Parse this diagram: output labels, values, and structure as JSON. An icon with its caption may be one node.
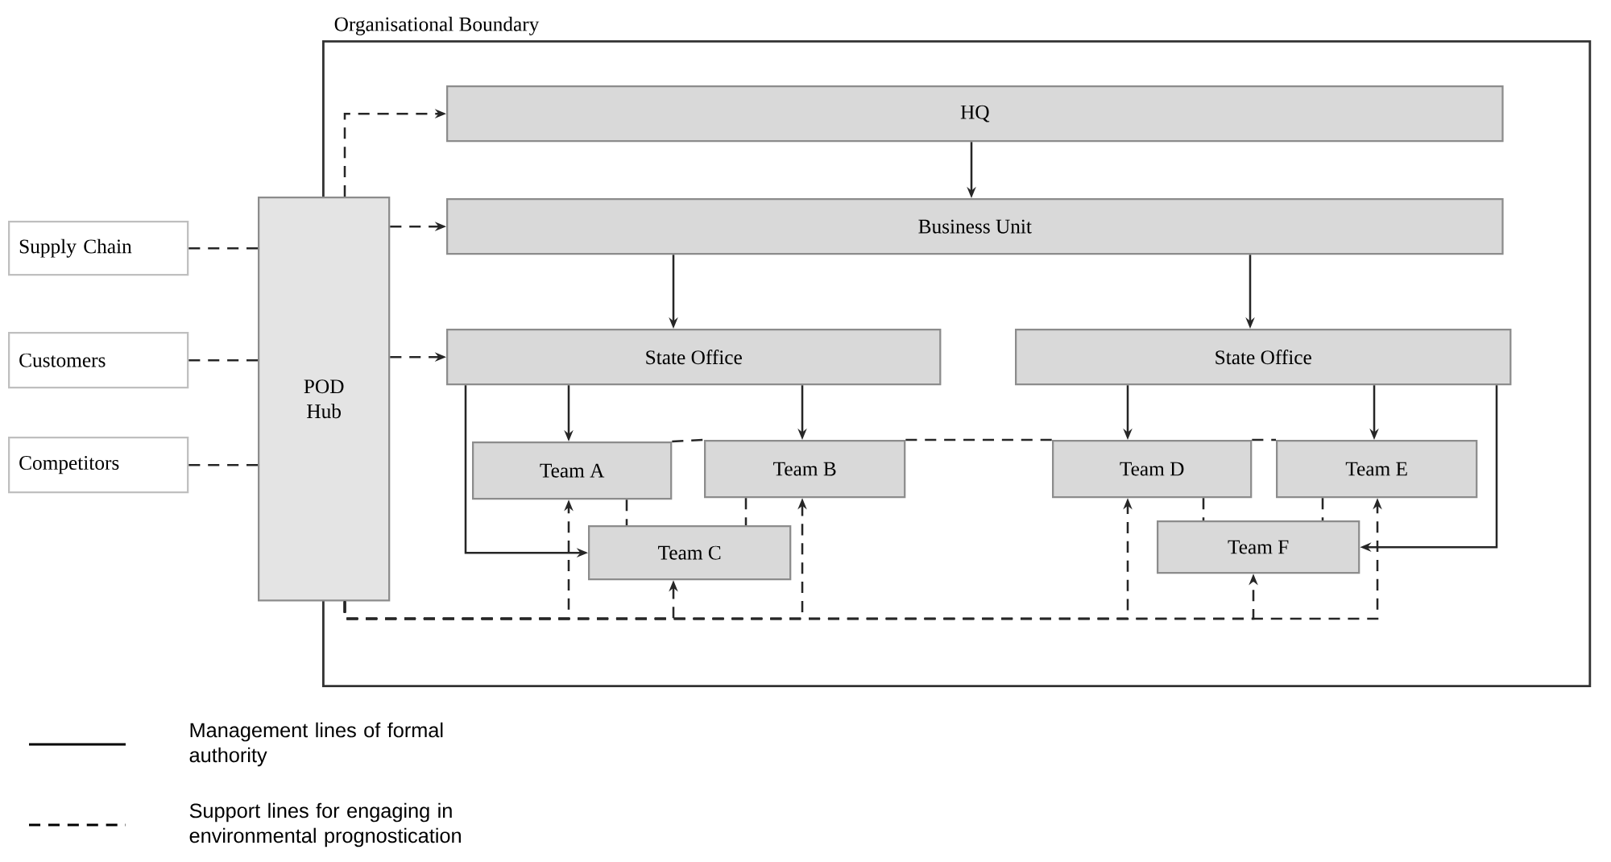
{
  "diagram": {
    "nodes": [
      {
        "text": [
          "Organisational Boundary"
        ]
      },
      {
        "text": [
          "Supply Chain"
        ]
      },
      {
        "text": [
          "Customers"
        ]
      },
      {
        "text": [
          "Competitors"
        ]
      },
      {
        "text": [
          "POD Hub"
        ]
      },
      {
        "text": [
          "HQ"
        ],
        "in": 0
      },
      {
        "text": [
          "Business Unit"
        ],
        "in": 0
      },
      {
        "text": [
          "State Office"
        ],
        "in": 0
      },
      {
        "text": [
          "State Office"
        ],
        "in": 0
      },
      {
        "text": [
          "Team A"
        ],
        "in": 0
      },
      {
        "text": [
          "Team B"
        ],
        "in": 0
      },
      {
        "text": [
          "Team C"
        ],
        "in": 0
      },
      {
        "text": [
          "Team D"
        ],
        "in": 0
      },
      {
        "text": [
          "Team E"
        ],
        "in": 0
      },
      {
        "text": [
          "Team F"
        ],
        "in": 0
      }
    ],
    "edges": [
      {
        "from": 1,
        "to": 4,
        "arrow": "none",
        "style": "dashed"
      },
      {
        "from": 2,
        "to": 4,
        "arrow": "none",
        "style": "dashed"
      },
      {
        "from": 3,
        "to": 4,
        "arrow": "none",
        "style": "dashed"
      },
      {
        "from": 4,
        "to": 5,
        "arrow": "to",
        "style": "dashed"
      },
      {
        "from": 4,
        "to": 6,
        "arrow": "to",
        "style": "dashed"
      },
      {
        "from": 4,
        "to": 7,
        "arrow": "to",
        "style": "dashed"
      },
      {
        "from": 5,
        "to": 6,
        "arrow": "to"
      },
      {
        "from": 6,
        "to": 7,
        "arrow": "to"
      },
      {
        "from": 6,
        "to": 8,
        "arrow": "to"
      },
      {
        "from": 7,
        "to": 9,
        "arrow": "to"
      },
      {
        "from": 7,
        "to": 10,
        "arrow": "to"
      },
      {
        "from": 7,
        "to": 11,
        "arrow": "to"
      },
      {
        "from": 8,
        "to": 12,
        "arrow": "to"
      },
      {
        "from": 8,
        "to": 13,
        "arrow": "to"
      },
      {
        "from": 8,
        "to": 14,
        "arrow": "to"
      },
      {
        "from": 9,
        "to": 10,
        "arrow": "none",
        "style": "dashed"
      },
      {
        "from": 10,
        "to": 12,
        "arrow": "none",
        "style": "dashed"
      },
      {
        "from": 12,
        "to": 13,
        "arrow": "none",
        "style": "dashed"
      },
      {
        "from": 9,
        "to": 11,
        "arrow": "none",
        "style": "dashed"
      },
      {
        "from": 10,
        "to": 11,
        "arrow": "none",
        "style": "dashed"
      },
      {
        "from": 12,
        "to": 14,
        "arrow": "none",
        "style": "dashed"
      },
      {
        "from": 13,
        "to": 14,
        "arrow": "none",
        "style": "dashed"
      },
      {
        "from": 4,
        "to": 9,
        "arrow": "to",
        "style": "dashed"
      },
      {
        "from": 4,
        "to": 11,
        "arrow": "to",
        "style": "dashed"
      },
      {
        "from": 4,
        "to": 10,
        "arrow": "to",
        "style": "dashed"
      },
      {
        "from": 4,
        "to": 12,
        "arrow": "to",
        "style": "dashed"
      },
      {
        "from": 4,
        "to": 14,
        "arrow": "to",
        "style": "dashed"
      },
      {
        "from": 4,
        "to": 13,
        "arrow": "to",
        "style": "dashed"
      }
    ],
    "legend": [
      {
        "text": "Management lines of formal authority"
      },
      {
        "text": "Support lines for engaging in environmental prognostication"
      }
    ]
  }
}
